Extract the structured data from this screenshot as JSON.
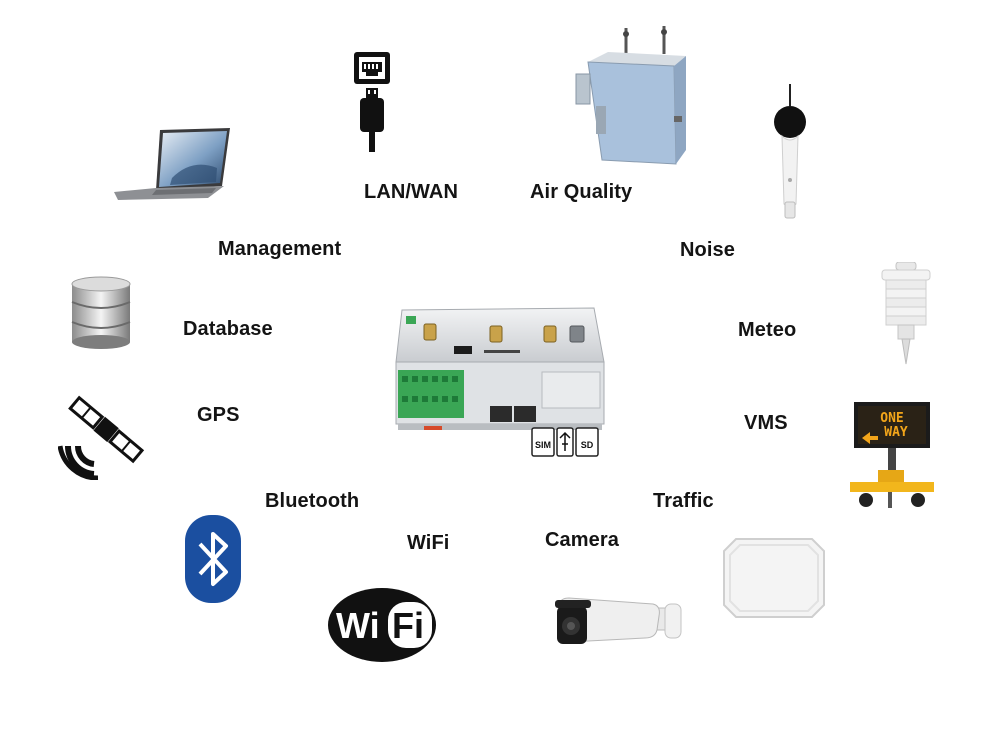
{
  "labels": {
    "lan_wan": "LAN/WAN",
    "air_quality": "Air Quality",
    "management": "Management",
    "noise": "Noise",
    "database": "Database",
    "meteo": "Meteo",
    "gps": "GPS",
    "vms": "VMS",
    "bluetooth": "Bluetooth",
    "traffic": "Traffic",
    "wifi": "WiFi",
    "camera": "Camera"
  },
  "device": {
    "slot_labels": [
      "SIM",
      "SD"
    ],
    "sign_text": [
      "ONE",
      "WAY"
    ]
  },
  "wifi_logo": {
    "left": "Wi",
    "right": "Fi"
  },
  "colors": {
    "bluetooth_blue": "#1b4fa0",
    "device_green": "#3aa655",
    "vms_amber": "#f2a51a",
    "air_box_blue": "#a9c1dc"
  }
}
